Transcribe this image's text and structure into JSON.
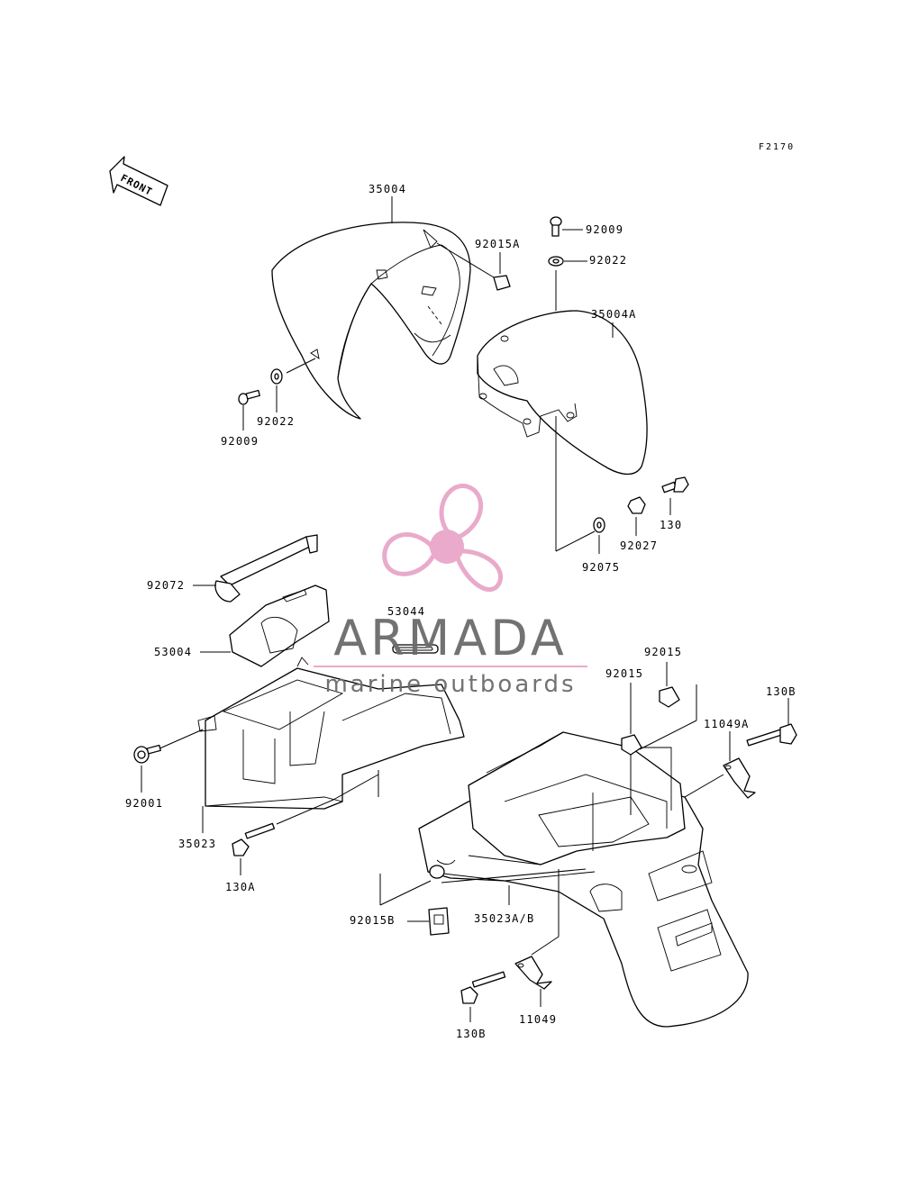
{
  "figure_code": "F2170",
  "front_arrow_label": "FRONT",
  "watermark": {
    "brand": "ARMADA",
    "tagline": "marine outboards",
    "logo_color": "#e8a6c9",
    "text_color": "#6b6b6b"
  },
  "labels": {
    "l35004": "35004",
    "l92015A": "92015A",
    "l92009_top": "92009",
    "l92022_top": "92022",
    "l35004A": "35004A",
    "l92022_left": "92022",
    "l92009_left": "92009",
    "l130": "130",
    "l92027": "92027",
    "l92075": "92075",
    "l92072": "92072",
    "l53044": "53044",
    "l53004": "53004",
    "l92015_a": "92015",
    "l92015_b": "92015",
    "l130B_right": "130B",
    "l11049A": "11049A",
    "l92001": "92001",
    "l35023": "35023",
    "l130A": "130A",
    "l92015B": "92015B",
    "l35023AB": "35023A/B",
    "l130B_bottom": "130B",
    "l11049": "11049"
  }
}
